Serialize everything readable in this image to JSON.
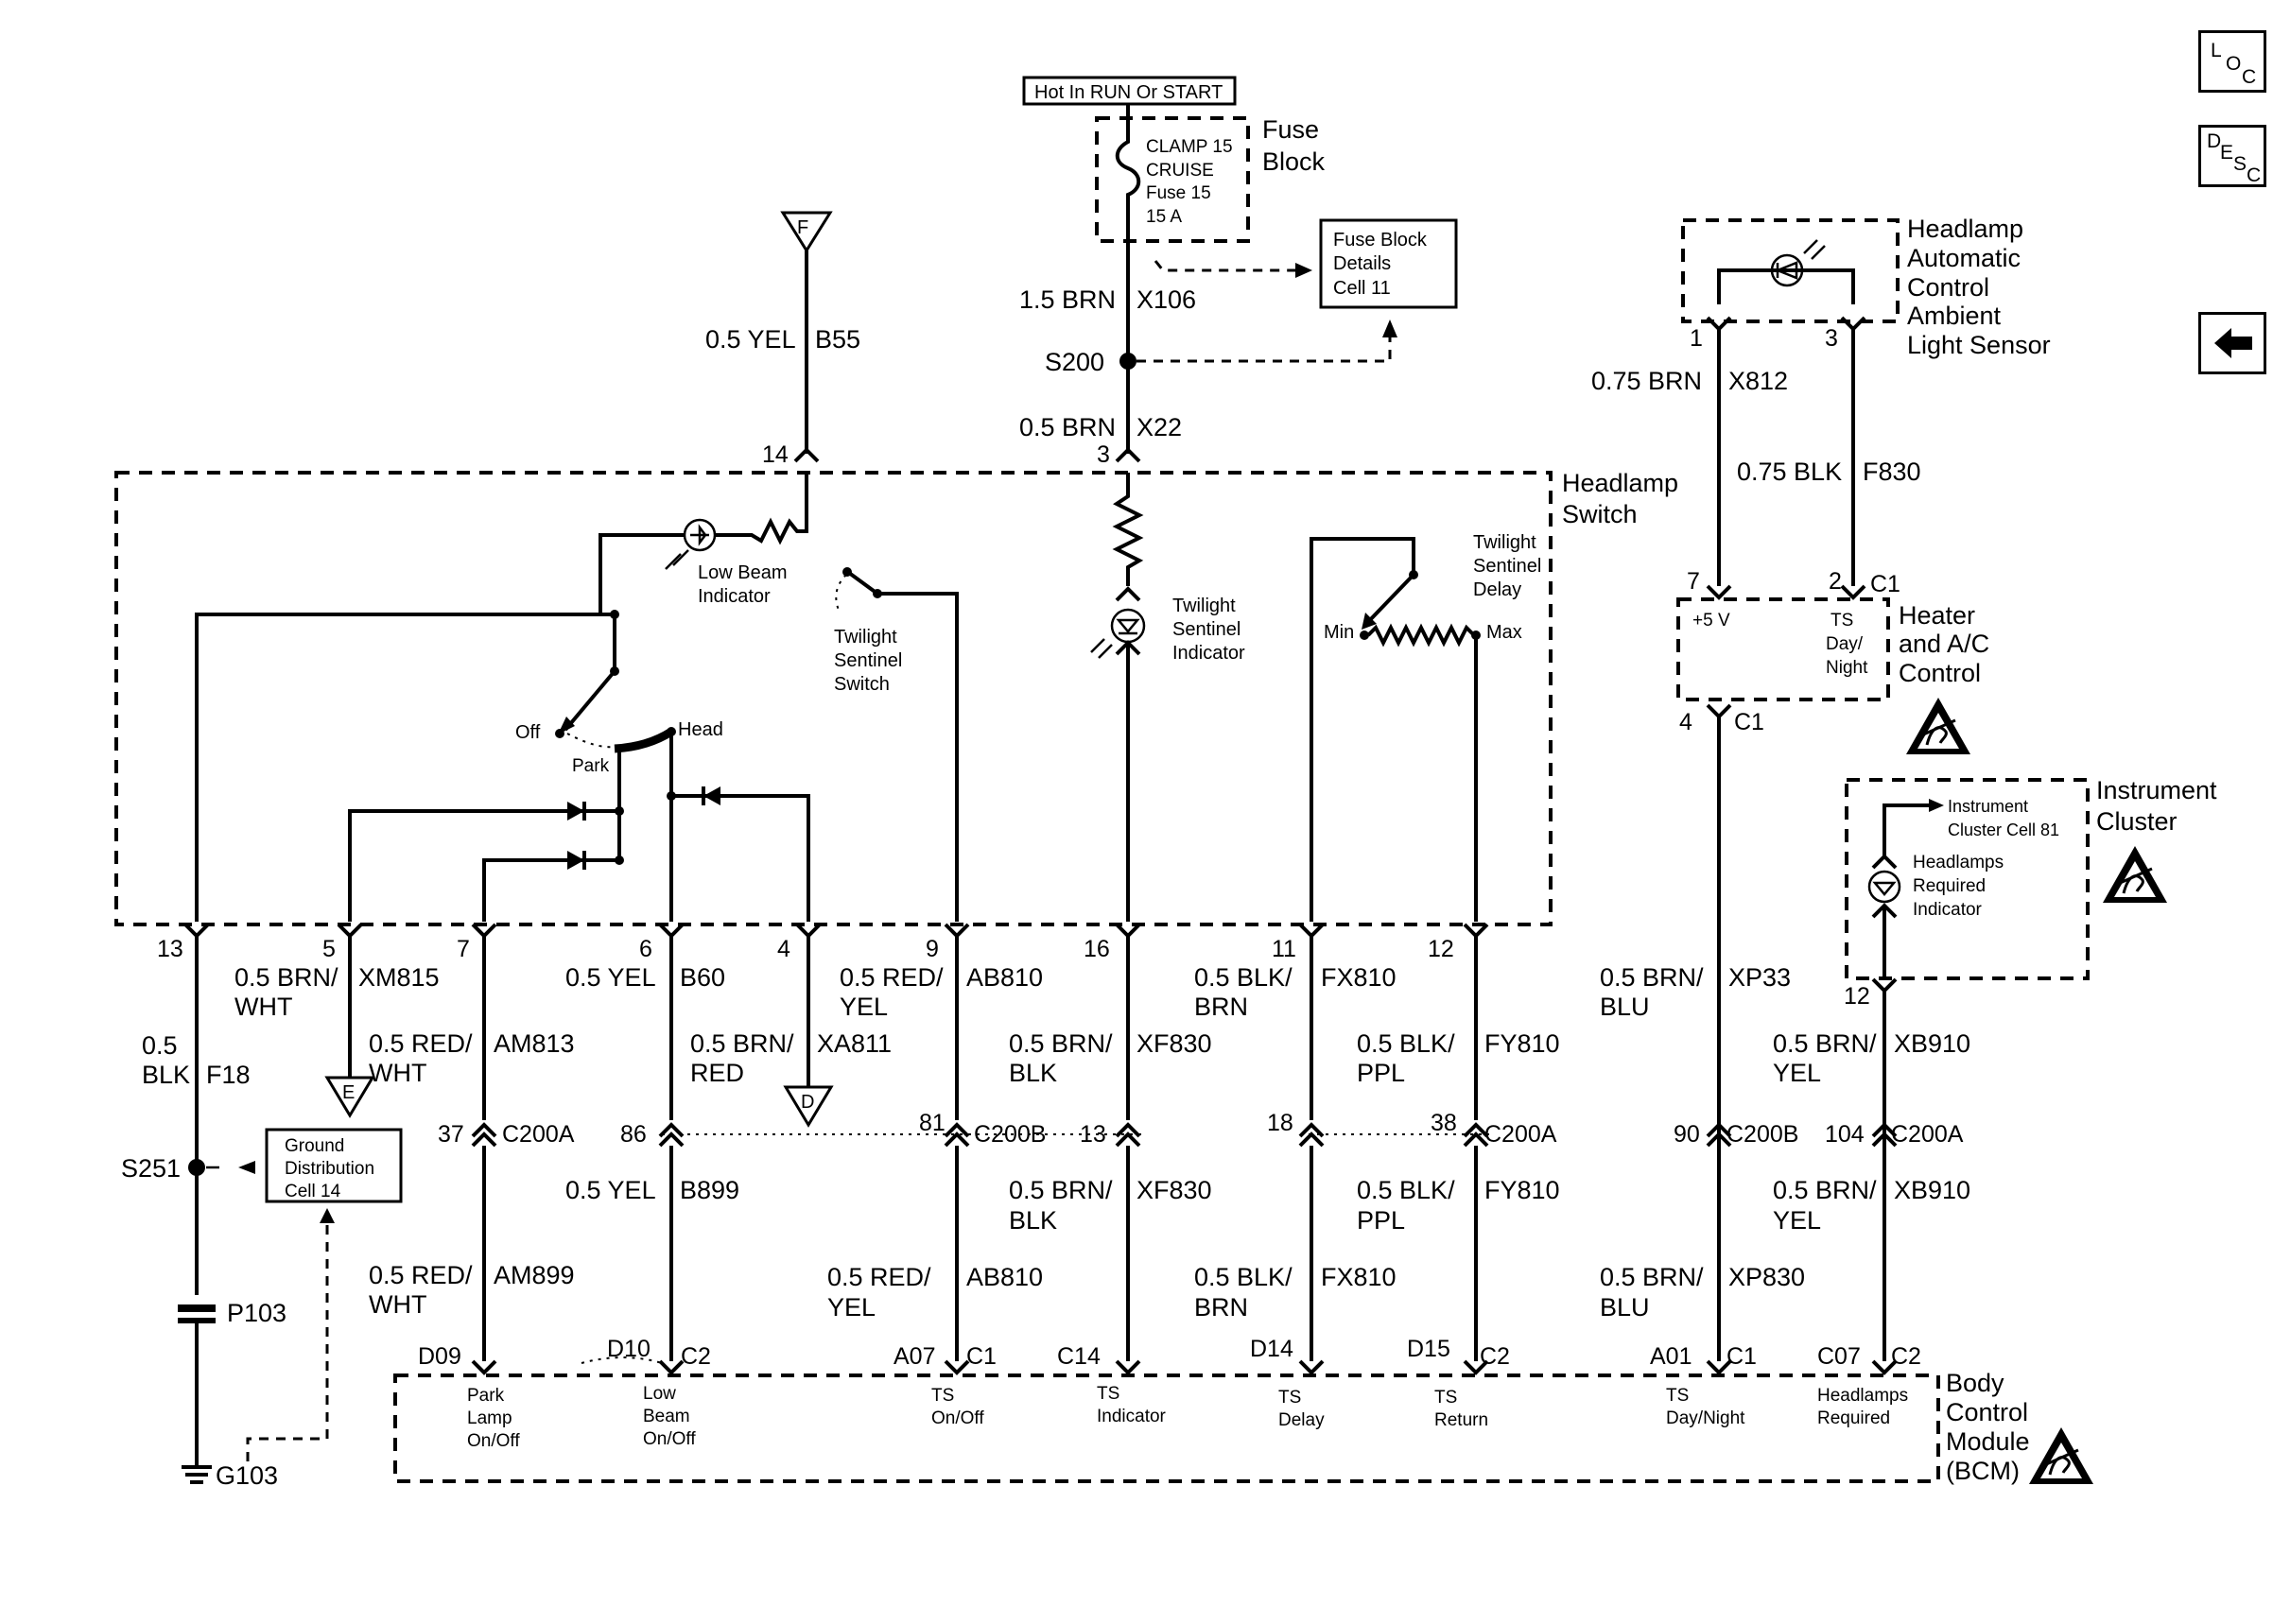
{
  "nav": {
    "loc": [
      "L",
      "O",
      "C"
    ],
    "desc": [
      "D",
      "E",
      "S",
      "C"
    ],
    "back_icon": "left-arrow-icon"
  },
  "power": {
    "hot_label": "Hot In RUN Or START",
    "fuse_lines": [
      "CLAMP 15",
      "CRUISE",
      "Fuse 15",
      "15 A"
    ],
    "fuse_block": [
      "Fuse",
      "Block"
    ],
    "fuse_details": [
      "Fuse Block",
      "Details",
      "Cell 11"
    ]
  },
  "top_wires": {
    "x106": [
      "1.5 BRN",
      "X106"
    ],
    "s200": "S200",
    "x22": [
      "0.5 BRN",
      "X22"
    ],
    "b55": [
      "0.5 YEL",
      "B55"
    ],
    "f": "F",
    "pin14": "14",
    "pin3": "3"
  },
  "switch": {
    "title": [
      "Headlamp",
      "Switch"
    ],
    "low_beam": [
      "Low Beam",
      "Indicator"
    ],
    "tws": [
      "Twilight",
      "Sentinel",
      "Switch"
    ],
    "tsi": [
      "Twilight",
      "Sentinel",
      "Indicator"
    ],
    "tsd": [
      "Twilight",
      "Sentinel",
      "Delay"
    ],
    "min": "Min",
    "max": "Max",
    "off": "Off",
    "park": "Park",
    "head": "Head",
    "pins": [
      "13",
      "5",
      "7",
      "6",
      "4",
      "9",
      "16",
      "11",
      "12"
    ]
  },
  "sensor": {
    "title": [
      "Headlamp",
      "Automatic",
      "Control",
      "Ambient",
      "Light Sensor"
    ],
    "pin1": "1",
    "pin3": "3",
    "x812": [
      "0.75 BRN",
      "X812"
    ],
    "f830": [
      "0.75 BLK",
      "F830"
    ]
  },
  "hvac": {
    "title": [
      "Heater",
      "and A/C",
      "Control"
    ],
    "pin7": "7",
    "pin2": "2",
    "c1": "C1",
    "v5": "+5 V",
    "ts_dn": [
      "TS",
      "Day/",
      "Night"
    ],
    "pin4": "4",
    "c1b": "C1"
  },
  "cluster": {
    "title": [
      "Instrument",
      "Cluster"
    ],
    "cell": [
      "Instrument",
      "Cluster Cell 81"
    ],
    "ind": [
      "Headlamps",
      "Required",
      "Indicator"
    ],
    "pin12": "12"
  },
  "wires_upper": {
    "f18": [
      "0.5",
      "BLK",
      "F18"
    ],
    "xm815": [
      "0.5 BRN/",
      "WHT",
      "XM815"
    ],
    "am813": [
      "0.5 RED/",
      "WHT",
      "AM813"
    ],
    "b60": [
      "0.5 YEL",
      "B60"
    ],
    "xa811": [
      "0.5 BRN/",
      "RED",
      "XA811"
    ],
    "ab810": [
      "0.5 RED/",
      "YEL",
      "AB810"
    ],
    "xf830": [
      "0.5 BRN/",
      "BLK",
      "XF830"
    ],
    "fx810": [
      "0.5 BLK/",
      "BRN",
      "FX810"
    ],
    "fy810": [
      "0.5 BLK/",
      "PPL",
      "FY810"
    ],
    "xp33": [
      "0.5 BRN/",
      "BLU",
      "XP33"
    ],
    "xb910": [
      "0.5 BRN/",
      "YEL",
      "XB910"
    ]
  },
  "grounds": {
    "e": "E",
    "d": "D",
    "s251": "S251",
    "ground_dist": [
      "Ground",
      "Distribution",
      "Cell 14"
    ],
    "p103": "P103",
    "g103": "G103"
  },
  "connectors": {
    "p37": "37",
    "c200a1": "C200A",
    "p86": "86",
    "p81": "81",
    "c200b1": "C200B",
    "p13": "13",
    "p18": "18",
    "p38": "38",
    "c200a2": "C200A",
    "p90": "90",
    "c200b2": "C200B",
    "p104": "104",
    "c200a3": "C200A"
  },
  "wires_lower": {
    "b899": [
      "0.5 YEL",
      "B899"
    ],
    "am899": [
      "0.5 RED/",
      "WHT",
      "AM899"
    ],
    "ab810": [
      "0.5 RED/",
      "YEL",
      "AB810"
    ],
    "xf830": [
      "0.5 BRN/",
      "BLK",
      "XF830"
    ],
    "fx810": [
      "0.5 BLK/",
      "BRN",
      "FX810"
    ],
    "fy810": [
      "0.5 BLK/",
      "PPL",
      "FY810"
    ],
    "xp830": [
      "0.5 BRN/",
      "BLU",
      "XP830"
    ],
    "xb910": [
      "0.5 BRN/",
      "YEL",
      "XB910"
    ]
  },
  "bcm": {
    "title": [
      "Body",
      "Control",
      "Module",
      "(BCM)"
    ],
    "pins": [
      "D09",
      "D10",
      "C2",
      "A07",
      "C1",
      "C14",
      "D14",
      "D15",
      "C2",
      "A01",
      "C1",
      "C07",
      "C2"
    ],
    "park": [
      "Park",
      "Lamp",
      "On/Off"
    ],
    "low": [
      "Low",
      "Beam",
      "On/Off"
    ],
    "ts_onoff": [
      "TS",
      "On/Off"
    ],
    "ts_ind": [
      "TS",
      "Indicator"
    ],
    "ts_delay": [
      "TS",
      "Delay"
    ],
    "ts_ret": [
      "TS",
      "Return"
    ],
    "ts_dn": [
      "TS",
      "Day/Night"
    ],
    "hr": [
      "Headlamps",
      "Required"
    ]
  },
  "icons": {
    "esd": "esd-sensitive-icon"
  }
}
